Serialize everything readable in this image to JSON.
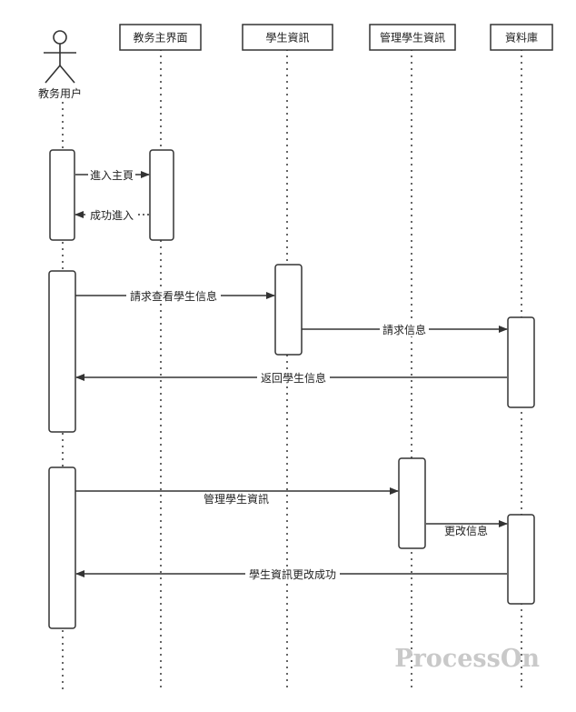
{
  "actor": {
    "name": "教务用户"
  },
  "participants": [
    {
      "id": "p1",
      "label": "教务主界面"
    },
    {
      "id": "p2",
      "label": "學生資訊"
    },
    {
      "id": "p3",
      "label": "管理學生資訊"
    },
    {
      "id": "p4",
      "label": "資料庫"
    }
  ],
  "messages": [
    {
      "id": "m1",
      "label": "進入主頁",
      "kind": "sync"
    },
    {
      "id": "m2",
      "label": "成功進入",
      "kind": "return"
    },
    {
      "id": "m3",
      "label": "請求查看學生信息",
      "kind": "sync"
    },
    {
      "id": "m4",
      "label": "請求信息",
      "kind": "sync"
    },
    {
      "id": "m5",
      "label": "返回學生信息",
      "kind": "sync"
    },
    {
      "id": "m6",
      "label": "管理學生資訊",
      "kind": "sync"
    },
    {
      "id": "m7",
      "label": "更改信息",
      "kind": "sync"
    },
    {
      "id": "m8",
      "label": "學生資訊更改成功",
      "kind": "sync"
    }
  ],
  "watermark": "ProcessOn"
}
